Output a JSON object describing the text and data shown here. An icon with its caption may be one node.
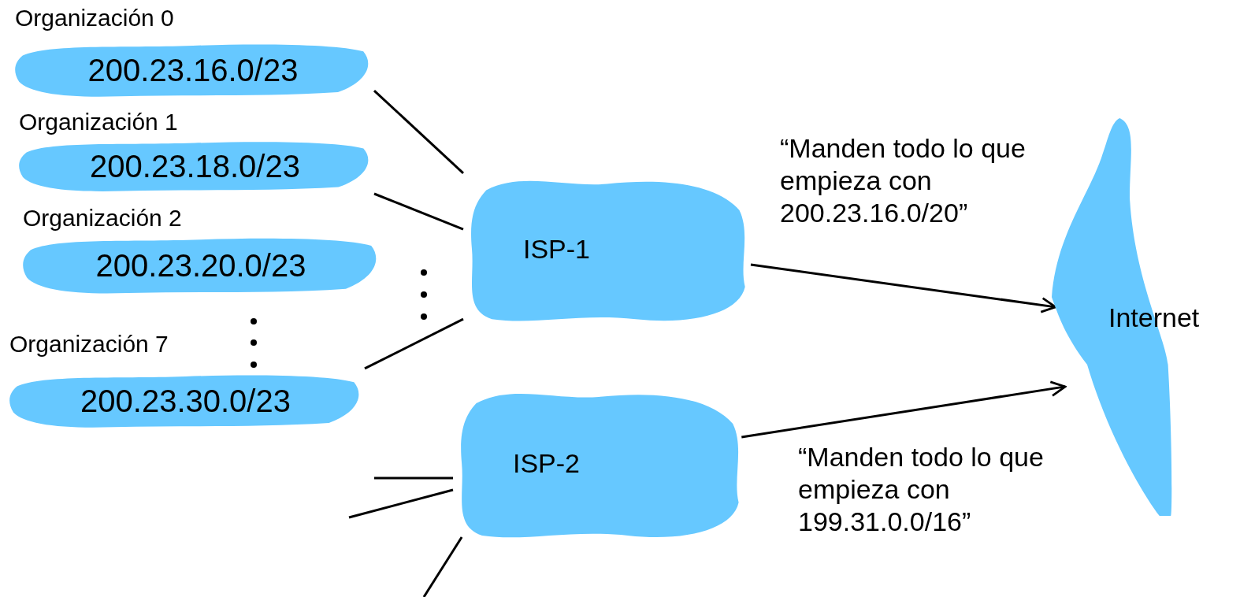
{
  "diagram": {
    "nodes": [
      {
        "text": [
          "Organización 0",
          "200.23.16.0/23"
        ]
      },
      {
        "text": [
          "Organización 1",
          "200.23.18.0/23"
        ]
      },
      {
        "text": [
          "Organización 2",
          "200.23.20.0/23"
        ]
      },
      {
        "text": [
          "Organización 7",
          "200.23.30.0/23"
        ]
      },
      {
        "text": [
          "ISP-1"
        ]
      },
      {
        "text": [
          "ISP-2"
        ]
      },
      {
        "text": [
          "Internet"
        ]
      }
    ],
    "edges": [
      {
        "from": 0,
        "to": 4,
        "arrow": "none"
      },
      {
        "from": 1,
        "to": 4,
        "arrow": "none"
      },
      {
        "from": 3,
        "to": 4,
        "arrow": "none"
      },
      {
        "from": 4,
        "to": 6,
        "arrow": "to",
        "label": "“Manden todo lo que empieza con 200.23.16.0/20”"
      },
      {
        "from": 5,
        "to": 6,
        "arrow": "to",
        "label": "“Manden todo lo que empieza con 199.31.0.0/16”"
      },
      {
        "from": null,
        "to": 5,
        "arrow": "none"
      },
      {
        "from": null,
        "to": 5,
        "arrow": "none"
      },
      {
        "from": null,
        "to": 5,
        "arrow": "none"
      }
    ]
  }
}
